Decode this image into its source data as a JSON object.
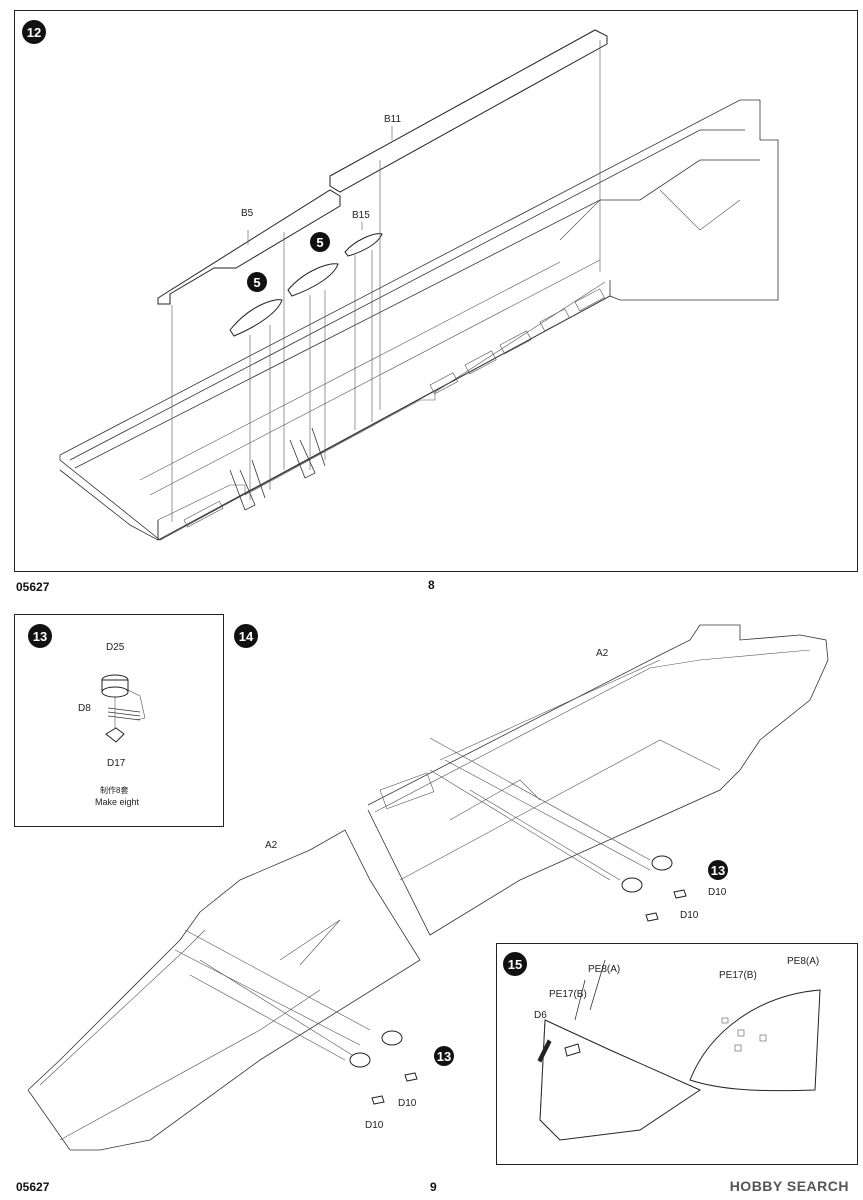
{
  "page_top": {
    "step": "12",
    "labels": {
      "b11": "B11",
      "b5": "B5",
      "b15": "B15"
    },
    "ref_step": "5",
    "code": "05627",
    "page_number": "8"
  },
  "page_bottom": {
    "step13": {
      "step": "13",
      "labels": {
        "d25": "D25",
        "d8": "D8",
        "d17": "D17"
      },
      "note_cn": "制作8套",
      "note_en": "Make eight"
    },
    "step14": {
      "step": "14",
      "labels": {
        "a2_right": "A2",
        "a2_left": "A2",
        "d10": "D10"
      },
      "ref_step": "13"
    },
    "step15": {
      "step": "15",
      "labels": {
        "pe8a": "PE8(A)",
        "pe17b": "PE17(B)",
        "d6": "D6"
      }
    },
    "code": "05627",
    "page_number": "9"
  },
  "watermark": "HOBBY SEARCH"
}
